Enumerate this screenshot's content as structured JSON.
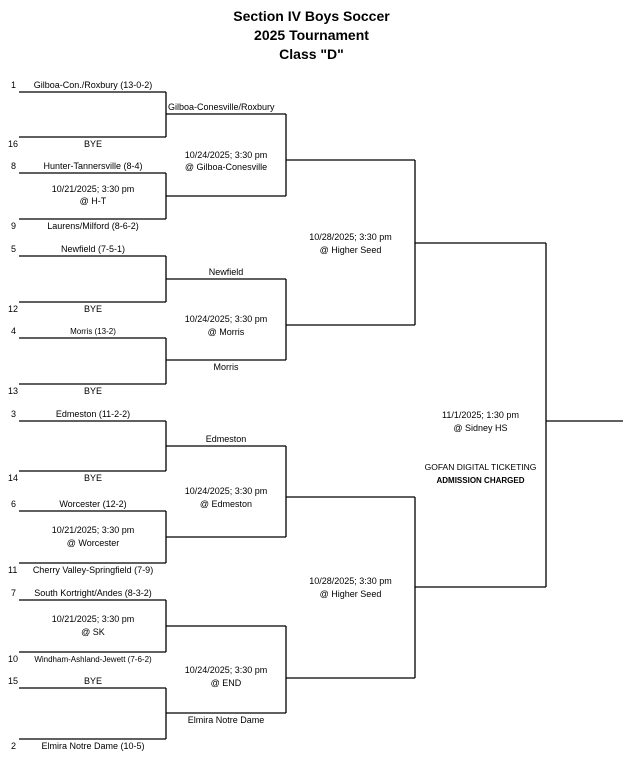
{
  "title": {
    "line1": "Section IV Boys Soccer",
    "line2": "2025 Tournament",
    "line3": "Class \"D\""
  },
  "round1": {
    "seeds": [
      "1",
      "16",
      "8",
      "9",
      "5",
      "12",
      "4",
      "13",
      "3",
      "14",
      "6",
      "11",
      "7",
      "10",
      "15",
      "2"
    ],
    "teams": [
      "Gilboa-Con./Roxbury (13-0-2)",
      "BYE",
      "Hunter-Tannersville (8-4)",
      "Laurens/Milford (8-6-2)",
      "Newfield (7-5-1)",
      "BYE",
      "Morris (13-2)",
      "BYE",
      "Edmeston (11-2-2)",
      "BYE",
      "Worcester (12-2)",
      "Cherry Valley-Springfield (7-9)",
      "South Kortright/Andes (8-3-2)",
      "Windham-Ashland-Jewett (7-6-2)",
      "BYE",
      "Elmira Notre Dame (10-5)"
    ],
    "games": [
      {
        "date": "10/21/2025; 3:30 pm",
        "site": "@ H-T"
      },
      {
        "date": "10/21/2025; 3:30 pm",
        "site": "@ Worcester"
      },
      {
        "date": "10/21/2025; 3:30 pm",
        "site": "@ SK"
      }
    ]
  },
  "round2": {
    "teams": [
      "Gilboa-Conesville/Roxbury",
      "Newfield",
      "Morris",
      "Edmeston",
      "Elmira Notre Dame"
    ],
    "games": [
      {
        "date": "10/24/2025; 3:30 pm",
        "site": "@ Gilboa-Conesville"
      },
      {
        "date": "10/24/2025; 3:30 pm",
        "site": "@ Morris"
      },
      {
        "date": "10/24/2025; 3:30 pm",
        "site": "@ Edmeston"
      },
      {
        "date": "10/24/2025; 3:30 pm",
        "site": "@ END"
      }
    ]
  },
  "semifinals": [
    {
      "date": "10/28/2025; 3:30 pm",
      "site": "@ Higher Seed"
    },
    {
      "date": "10/28/2025; 3:30 pm",
      "site": "@ Higher Seed"
    }
  ],
  "final": {
    "date": "11/1/2025; 1:30 pm",
    "site": "@ Sidney HS",
    "ticketing": "GOFAN DIGITAL TICKETING",
    "admission": "ADMISSION CHARGED"
  }
}
